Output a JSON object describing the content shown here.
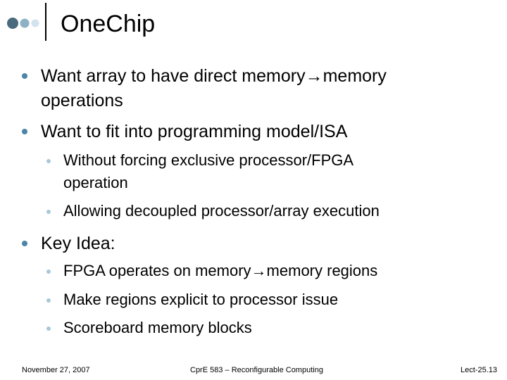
{
  "slide": {
    "title": "OneChip",
    "bullets": [
      {
        "line1": "Want array to have direct memory→memory",
        "line2": "operations"
      },
      {
        "line1": "Want to fit into programming model/ISA"
      },
      {
        "line1": "Without forcing exclusive processor/FPGA",
        "line2": "operation"
      },
      {
        "line1": "Allowing decoupled processor/array execution"
      },
      {
        "line1": "Key Idea:"
      },
      {
        "line1": "FPGA operates on memory→memory regions"
      },
      {
        "line1": "Make regions explicit to processor issue"
      },
      {
        "line1": "Scoreboard memory blocks"
      }
    ]
  },
  "footer": {
    "date": "November 27, 2007",
    "course": "CprE 583 – Reconfigurable Computing",
    "slide_number": "Lect-25.13"
  },
  "colors": {
    "bullet_primary": "#4b85a8",
    "bullet_secondary": "#a9c7d8",
    "dot_dark": "#4a6a7e",
    "dot_mid": "#8fb1c6",
    "dot_light": "#d3e3ec"
  }
}
